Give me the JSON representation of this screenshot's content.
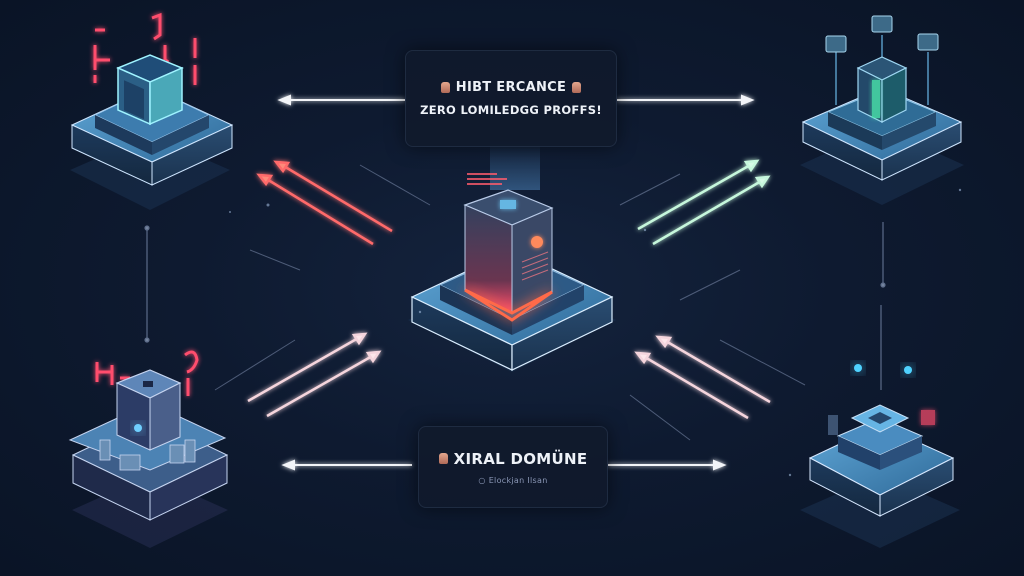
{
  "diagram": {
    "theme_colors": {
      "background": "#0e1a30",
      "neon_red": "#ff4d6d",
      "neon_cyan": "#4fd2ff",
      "neon_green": "#bff5d5",
      "platform_blue": "#4a8fc4",
      "arrow_white": "#f2f4f8"
    },
    "top_label": {
      "title": "HIBT ERCANCE",
      "subtitle": "ZERO LOMILEDGG PROFFS!",
      "icon": "hand-icon"
    },
    "bottom_label": {
      "title": "XIRAL DOMÜNE",
      "caption": "Elockjan Ilsan",
      "icon": "house-icon",
      "caption_icon": "circle-icon"
    },
    "nodes": [
      {
        "id": "top-left",
        "type": "cube-node",
        "accent": "#ff4d6d"
      },
      {
        "id": "top-right",
        "type": "tower-node",
        "accent": "#4fd2ff"
      },
      {
        "id": "center",
        "type": "central-tower-node",
        "accent": "#ff4d6d"
      },
      {
        "id": "bottom-left",
        "type": "city-node",
        "accent": "#ff4d6d"
      },
      {
        "id": "bottom-right",
        "type": "stepped-node",
        "accent": "#4fd2ff"
      }
    ],
    "connectors": [
      {
        "from": "top-box",
        "to": "top-left",
        "style": "arrow-left"
      },
      {
        "from": "top-box",
        "to": "top-right",
        "style": "arrow-right"
      },
      {
        "from": "bottom-box",
        "to": "bottom-left",
        "style": "arrow-left"
      },
      {
        "from": "bottom-box",
        "to": "bottom-right",
        "style": "arrow-right"
      },
      {
        "from": "center",
        "to": "top-left",
        "style": "double-arrow-red"
      },
      {
        "from": "center",
        "to": "top-right",
        "style": "double-arrow-green"
      },
      {
        "from": "bottom-left",
        "to": "center",
        "style": "double-arrow-pink"
      },
      {
        "from": "bottom-right",
        "to": "center",
        "style": "double-arrow-pink"
      }
    ]
  }
}
